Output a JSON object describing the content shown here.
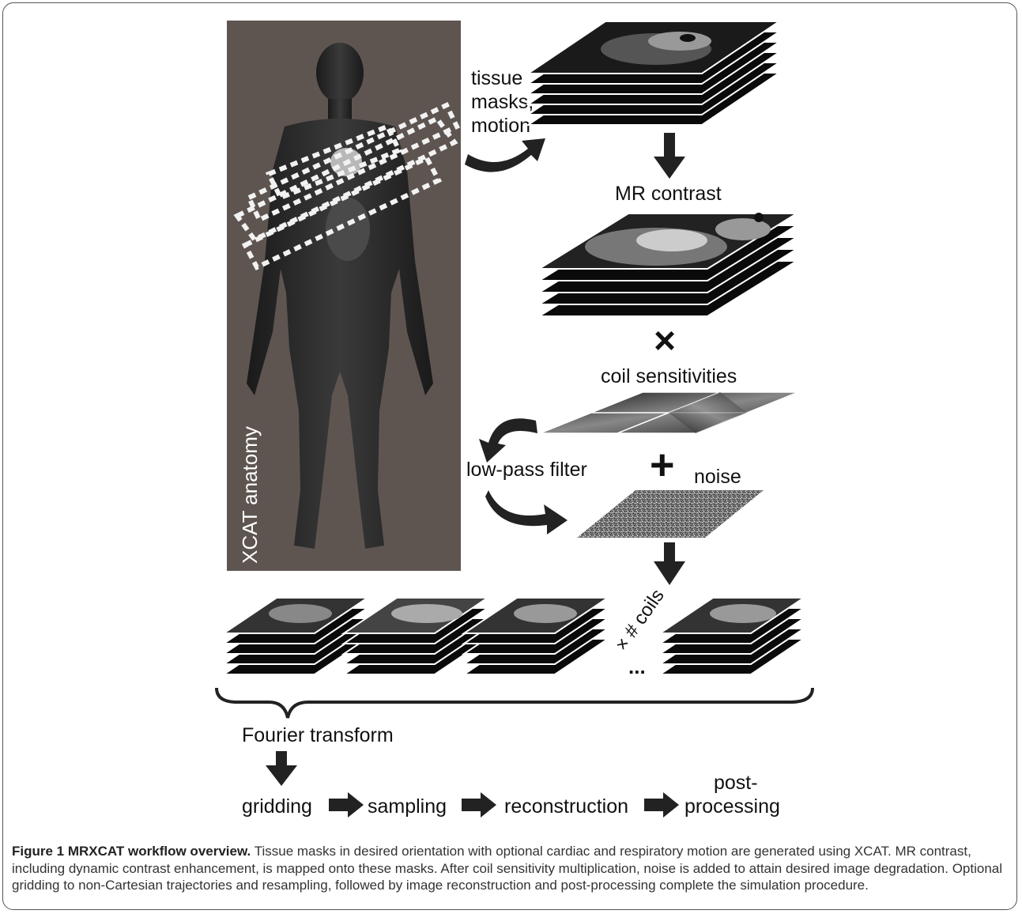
{
  "figure": {
    "anatomy_label": "XCAT anatomy",
    "step_labels": {
      "tissue_masks_line1": "tissue",
      "tissue_masks_line2": "masks,",
      "tissue_masks_line3": "motion",
      "mr_contrast": "MR contrast",
      "multiply": "×",
      "coil_sensitivities": "coil sensitivities",
      "low_pass_filter": "low-pass filter",
      "plus": "+",
      "noise": "noise",
      "coils_multiplier": "× # coils",
      "ellipsis": "...",
      "fourier_transform": "Fourier transform"
    },
    "pipeline": {
      "gridding": "gridding",
      "sampling": "sampling",
      "reconstruction": "reconstruction",
      "post_processing_line1": "post-",
      "post_processing_line2": "processing"
    },
    "colors": {
      "anatomy_background": "#5e5551",
      "arrow": "#222222",
      "slice_dark": "#0a0a0a",
      "frame_border": "#555555"
    }
  },
  "caption": {
    "figure_number": "Figure 1",
    "title": "MRXCAT workflow overview.",
    "text": "Tissue masks in desired orientation with optional cardiac and respiratory motion are generated using XCAT. MR contrast, including dynamic contrast enhancement, is mapped onto these masks. After coil sensitivity multiplication, noise is added to attain desired image degradation. Optional gridding to non-Cartesian trajectories and resampling, followed by image reconstruction and post-processing complete the simulation procedure."
  }
}
